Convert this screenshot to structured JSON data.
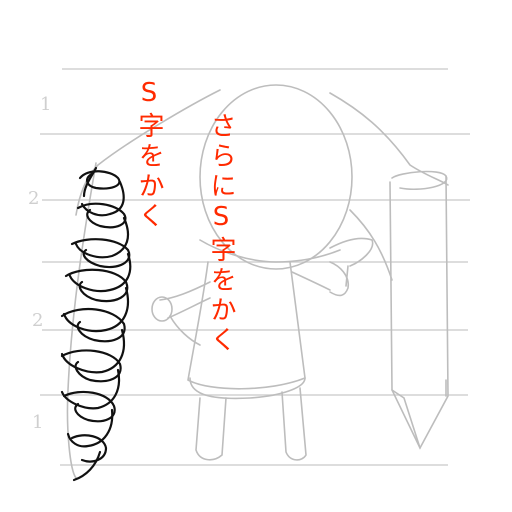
{
  "annotations": {
    "left_text": "S字をかく",
    "center_text": "さらにS字をかく"
  },
  "guide_numbers": [
    "1",
    "2",
    "2",
    "1"
  ],
  "colors": {
    "guide": "#cfcfcf",
    "sketch": "#bdbdbd",
    "ink": "#111111",
    "annotation": "#ff2a00"
  }
}
